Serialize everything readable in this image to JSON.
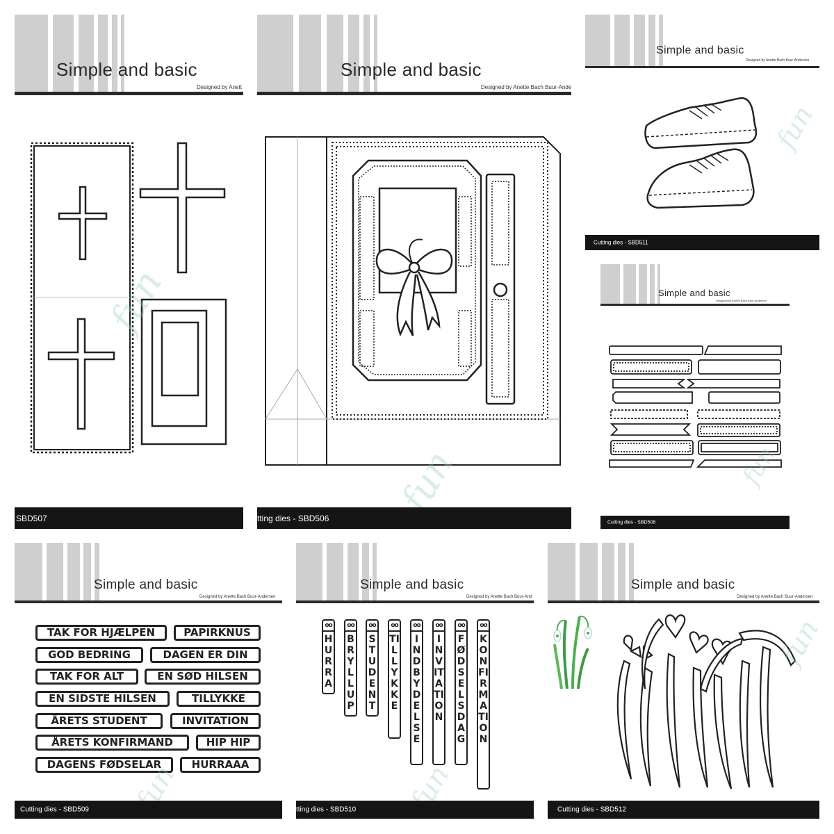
{
  "brand_title": "Simple and basic",
  "watermark": "fun",
  "panels": {
    "sbd507": {
      "designer": "Designed by Anett",
      "footer": "SBD507"
    },
    "sbd506": {
      "designer": "Designed by Anette Bach Buur-Anders",
      "footer": "tting dies - SBD506"
    },
    "sbd511": {
      "designer": "Designed by Anette Bach Buur-Andersen",
      "footer": "Cutting dies - SBD511"
    },
    "sbd508": {
      "designer": "Designed by Anette Bach Buur-Andersen",
      "footer": "Cutting dies - SBD508"
    },
    "sbd509": {
      "designer": "Designed by Anette Bach Buur-Andersen",
      "footer": "Cutting dies - SBD509"
    },
    "sbd510": {
      "designer": "Designed by Anette Bach Buur-And",
      "footer": "tting dies - SBD510"
    },
    "sbd512": {
      "designer": "Designed by Anette Bach Buur-Andersen",
      "footer": "Cutting dies - SBD512"
    }
  },
  "sbd509_tags": [
    "TAK FOR HJÆLPEN",
    "PAPIRKNUS",
    "GOD BEDRING",
    "DAGEN ER DIN",
    "TAK FOR ALT",
    "EN SØD HILSEN",
    "EN SIDSTE HILSEN",
    "TILLYKKE",
    "ÅRETS STUDENT",
    "INVITATION",
    "ÅRETS KONFIRMAND",
    "HIP HIP",
    "DAGENS FØDSELAR",
    "HURRAAA"
  ],
  "sbd510_tags": [
    "HURRA",
    "BRYLLUP",
    "STUDENT",
    "TILLYKKE",
    "INDBYDELSE",
    "INVITATION",
    "FØDSELSDAG",
    "KONFIRMATION"
  ],
  "colors": {
    "footer": "#151515",
    "stripe": "#cfcfcf",
    "outline": "#222222",
    "snowdrop_leaf": "#4caf50"
  },
  "icons": [
    "cross-icon",
    "photo-frame-icon",
    "gift-box-icon",
    "bow-icon",
    "sneaker-icon",
    "banner-strip-icon",
    "snowdrop-icon"
  ]
}
